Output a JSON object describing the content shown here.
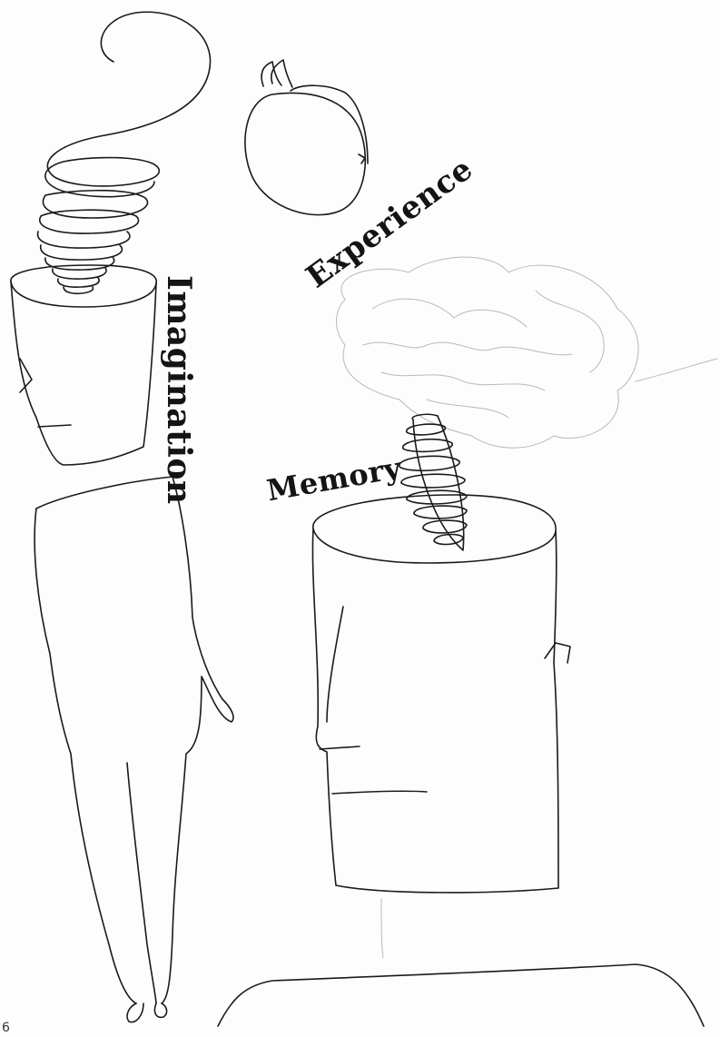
{
  "labels": {
    "imagination": "Imagination",
    "experience": "Experience",
    "memory": "Memory"
  },
  "page_number": "6"
}
